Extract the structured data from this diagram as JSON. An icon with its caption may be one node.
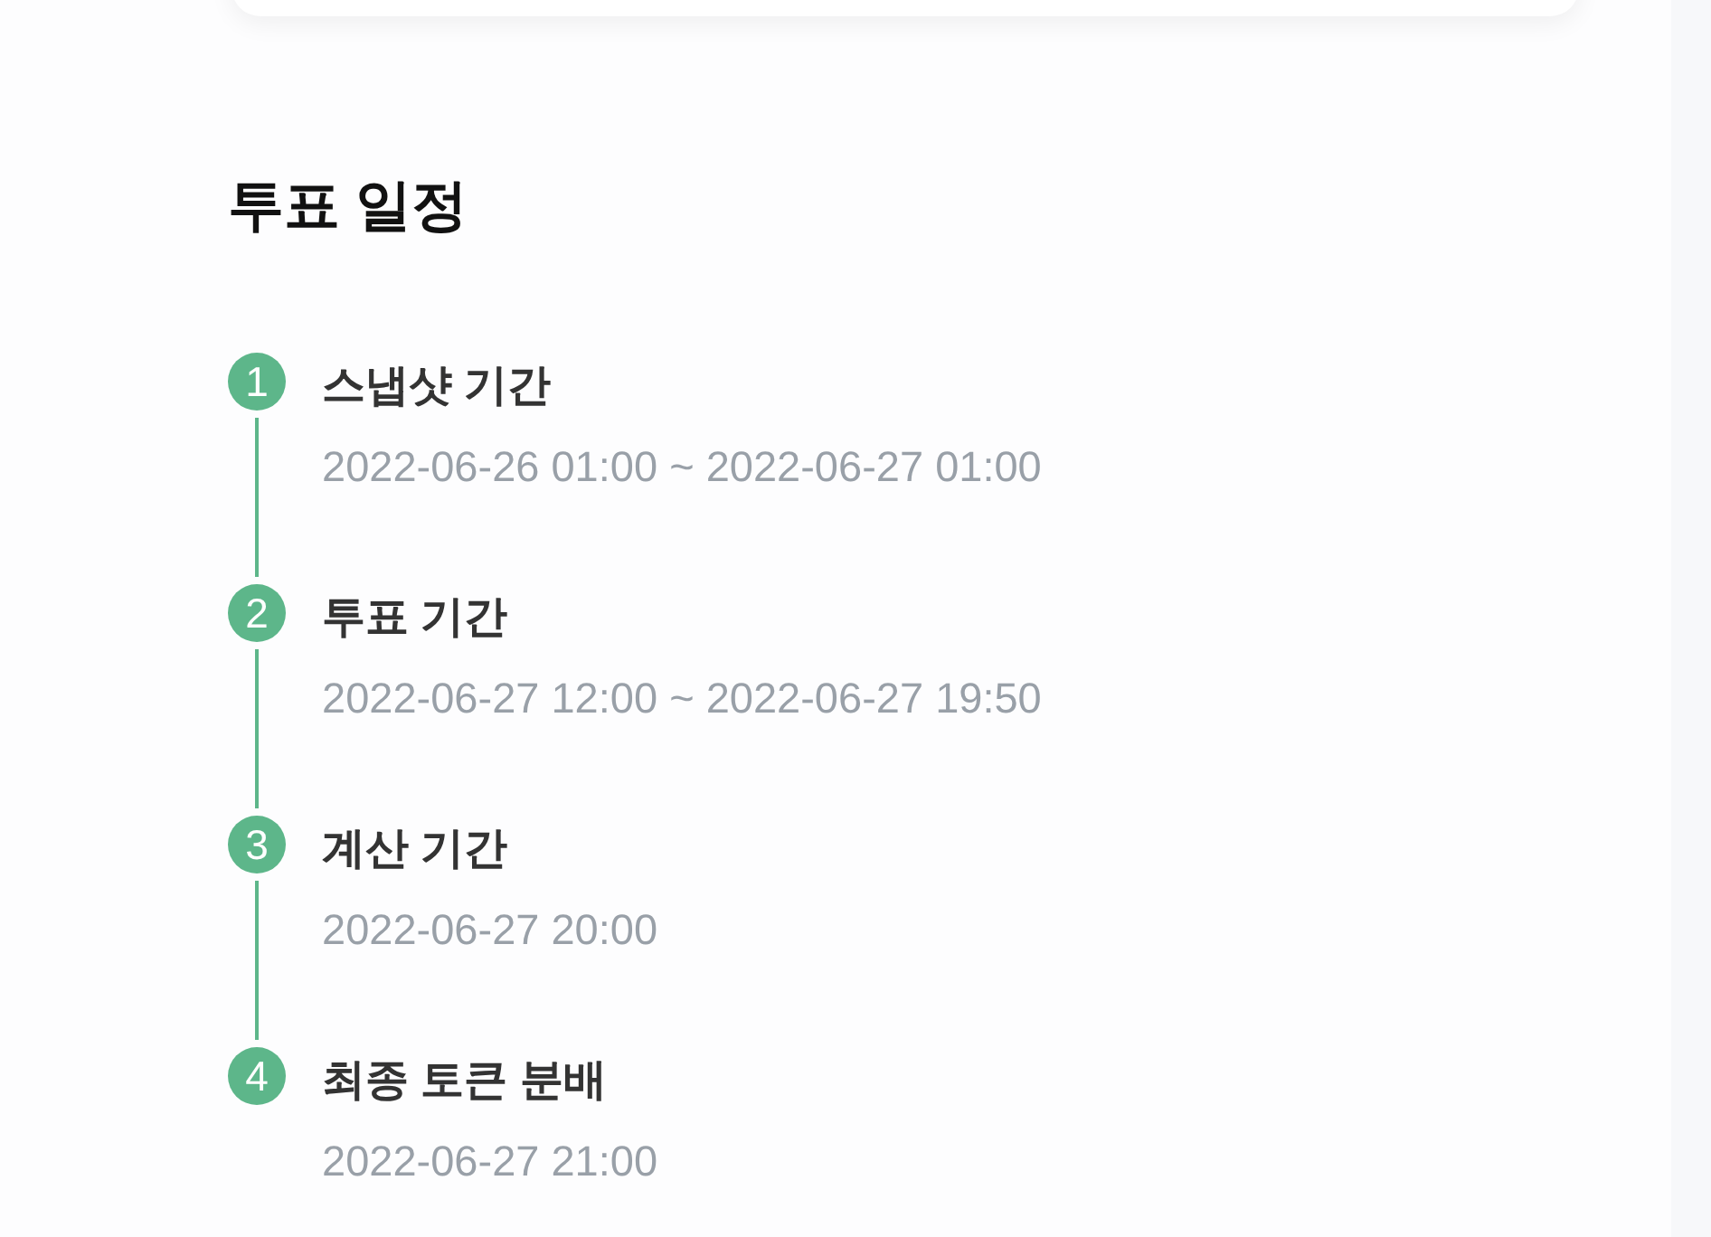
{
  "diagram": {
    "title": "투표 일정",
    "nodes": [
      {
        "text": [
          "1"
        ],
        "beside": [
          "스냅샷 기간",
          "2022-06-26 01:00 ~ 2022-06-27 01:00"
        ]
      },
      {
        "text": [
          "2"
        ],
        "beside": [
          "투표 기간",
          "2022-06-27 12:00 ~ 2022-06-27 19:50"
        ]
      },
      {
        "text": [
          "3"
        ],
        "beside": [
          "계산 기간",
          "2022-06-27 20:00"
        ]
      },
      {
        "text": [
          "4"
        ],
        "beside": [
          "최종 토큰 분배",
          "2022-06-27 21:00"
        ]
      }
    ],
    "edges": [
      {
        "from": 0,
        "to": 1,
        "arrow": "none"
      },
      {
        "from": 1,
        "to": 2,
        "arrow": "none"
      },
      {
        "from": 2,
        "to": 3,
        "arrow": "none"
      }
    ]
  }
}
